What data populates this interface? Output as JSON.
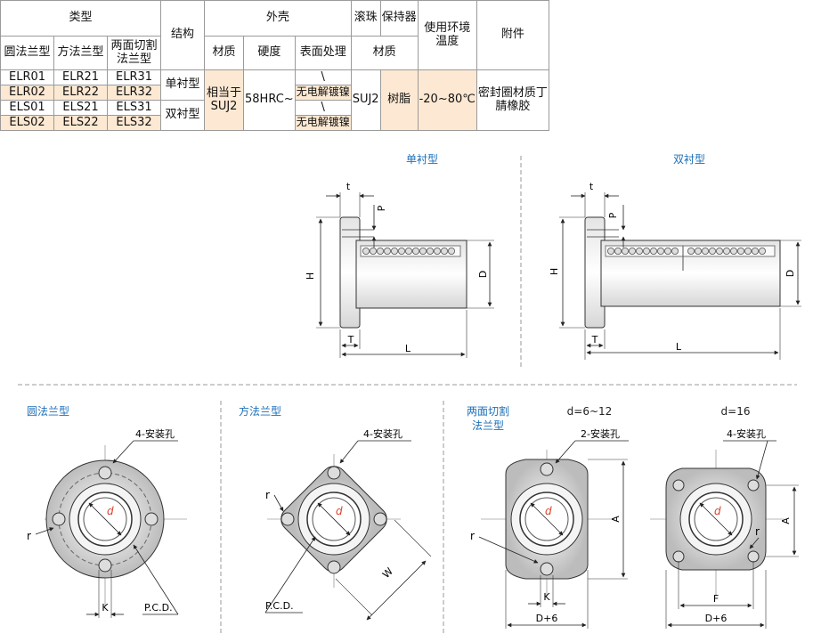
{
  "table": {
    "h_type": "类型",
    "h_struct": "结构",
    "h_shell": "外壳",
    "h_ball": "滚珠",
    "h_retainer": "保持器",
    "h_temp": "使用环境温度",
    "h_acc": "附件",
    "sub_round": "圆法兰型",
    "sub_square": "方法兰型",
    "sub_cut": "两面切割法兰型",
    "sub_material": "材质",
    "sub_hardness": "硬度",
    "sub_surface": "表面处理",
    "sub_material2": "材质",
    "rows": [
      [
        "ELR01",
        "ELR21",
        "ELR31"
      ],
      [
        "ELR02",
        "ELR22",
        "ELR32"
      ],
      [
        "ELS01",
        "ELS21",
        "ELS31"
      ],
      [
        "ELS02",
        "ELS22",
        "ELS32"
      ]
    ],
    "struct_single": "单衬型",
    "struct_double": "双衬型",
    "shell_material": "相当于SUJ2",
    "hardness": "58HRC~",
    "surface_none": "\\",
    "surface_plating": "无电解镀镍",
    "ball_material": "SUJ2",
    "retainer_material": "树脂",
    "temperature": "-20~80℃",
    "accessories": "密封圈材质丁腈橡胶"
  },
  "diagrams": {
    "single_title": "单衬型",
    "double_title": "双衬型",
    "round_title": "圆法兰型",
    "square_title": "方法兰型",
    "cut_title_1": "两面切割",
    "cut_title_2": "法兰型",
    "d_small": "d=6~12",
    "d_large": "d=16",
    "hole4": "4-安装孔",
    "hole2": "2-安装孔",
    "pcd": "P.C.D.",
    "lbl_t": "t",
    "lbl_P": "P",
    "lbl_H": "H",
    "lbl_D": "D",
    "lbl_T": "T",
    "lbl_L": "L",
    "lbl_r": "r",
    "lbl_K": "K",
    "lbl_d": "d",
    "lbl_W": "W",
    "lbl_A": "A",
    "lbl_F": "F",
    "lbl_D6": "D+6"
  },
  "colors": {
    "title_blue": "#1d6fb8",
    "highlight": "#fde9d3",
    "accent_red": "#d9412b"
  }
}
